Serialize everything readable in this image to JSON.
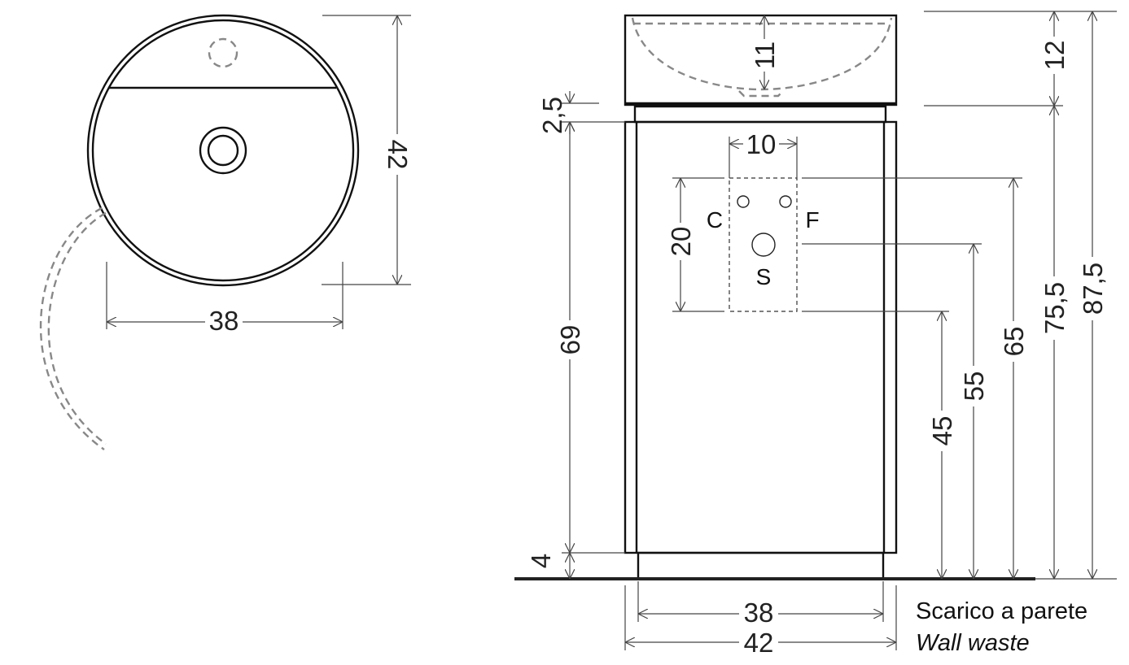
{
  "top_view": {
    "width_dim": "38",
    "depth_dim": "42"
  },
  "front_view": {
    "basin_depth_dim": "11",
    "basin_height_dim": "12",
    "gap_dim": "2,5",
    "cabinet_height_dim": "69",
    "plinth_dim": "4",
    "connection_width_dim": "10",
    "connection_height_dim": "20",
    "hot_label": "C",
    "cold_label": "F",
    "waste_label": "S",
    "waste_height_dim": "45",
    "waste_center_dim": "55",
    "connection_top_dim": "65",
    "cabinet_top_dim": "75,5",
    "total_height_dim": "87,5",
    "inner_width_dim": "38",
    "outer_width_dim": "42"
  },
  "caption": {
    "italian": "Scarico a parete",
    "english": "Wall waste"
  },
  "colors": {
    "line": "#111111",
    "hidden": "#888888",
    "dimension": "#444444"
  }
}
